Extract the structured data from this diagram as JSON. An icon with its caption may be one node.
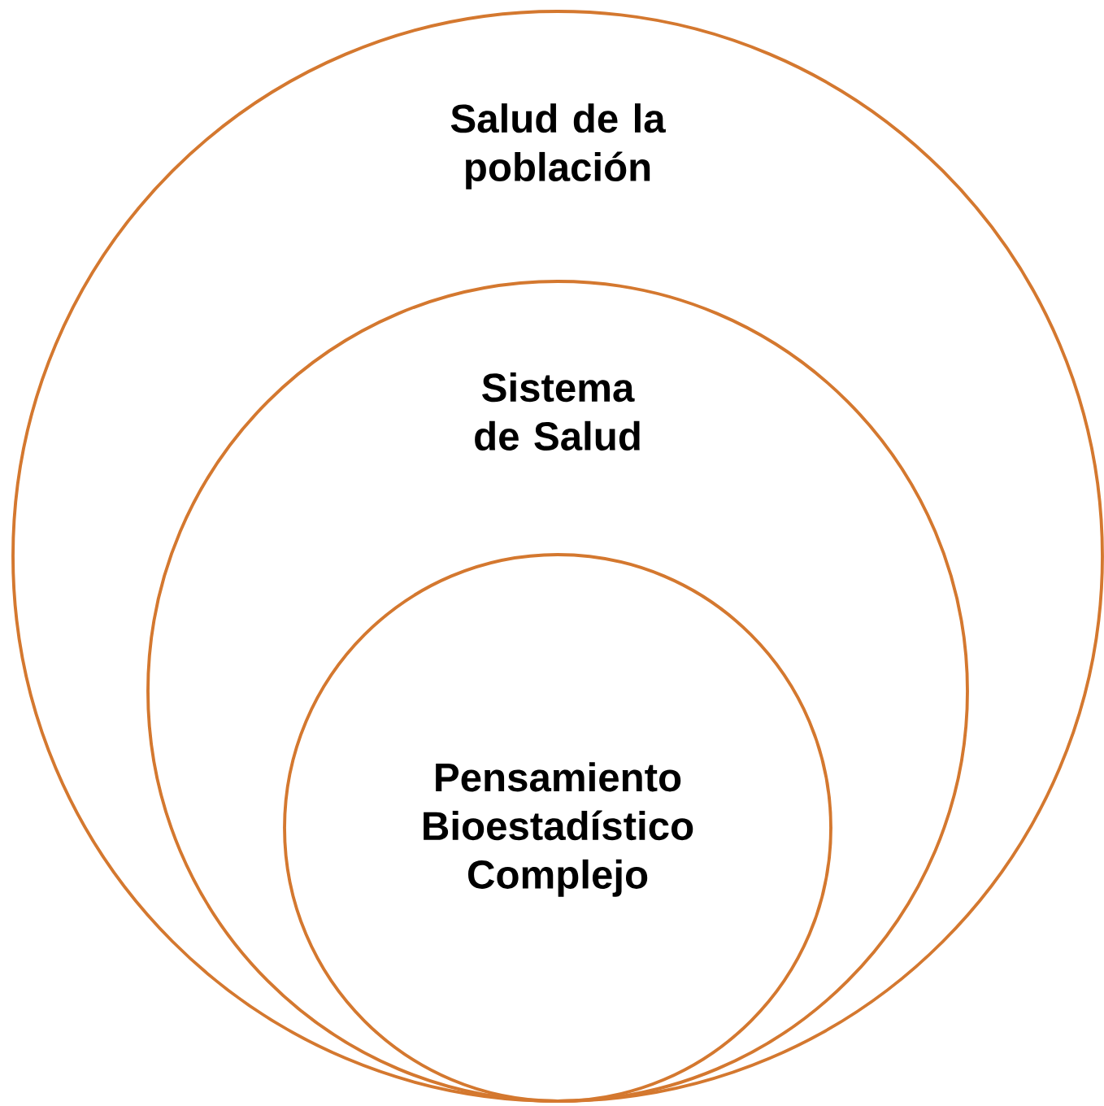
{
  "diagram": {
    "nodes": [
      {
        "text": [
          "Salud de la población"
        ]
      },
      {
        "text": [
          "Sistema de Salud"
        ],
        "in": 0
      },
      {
        "text": [
          "Pensamiento Bioestadístico Complejo"
        ],
        "in": 1
      }
    ]
  }
}
